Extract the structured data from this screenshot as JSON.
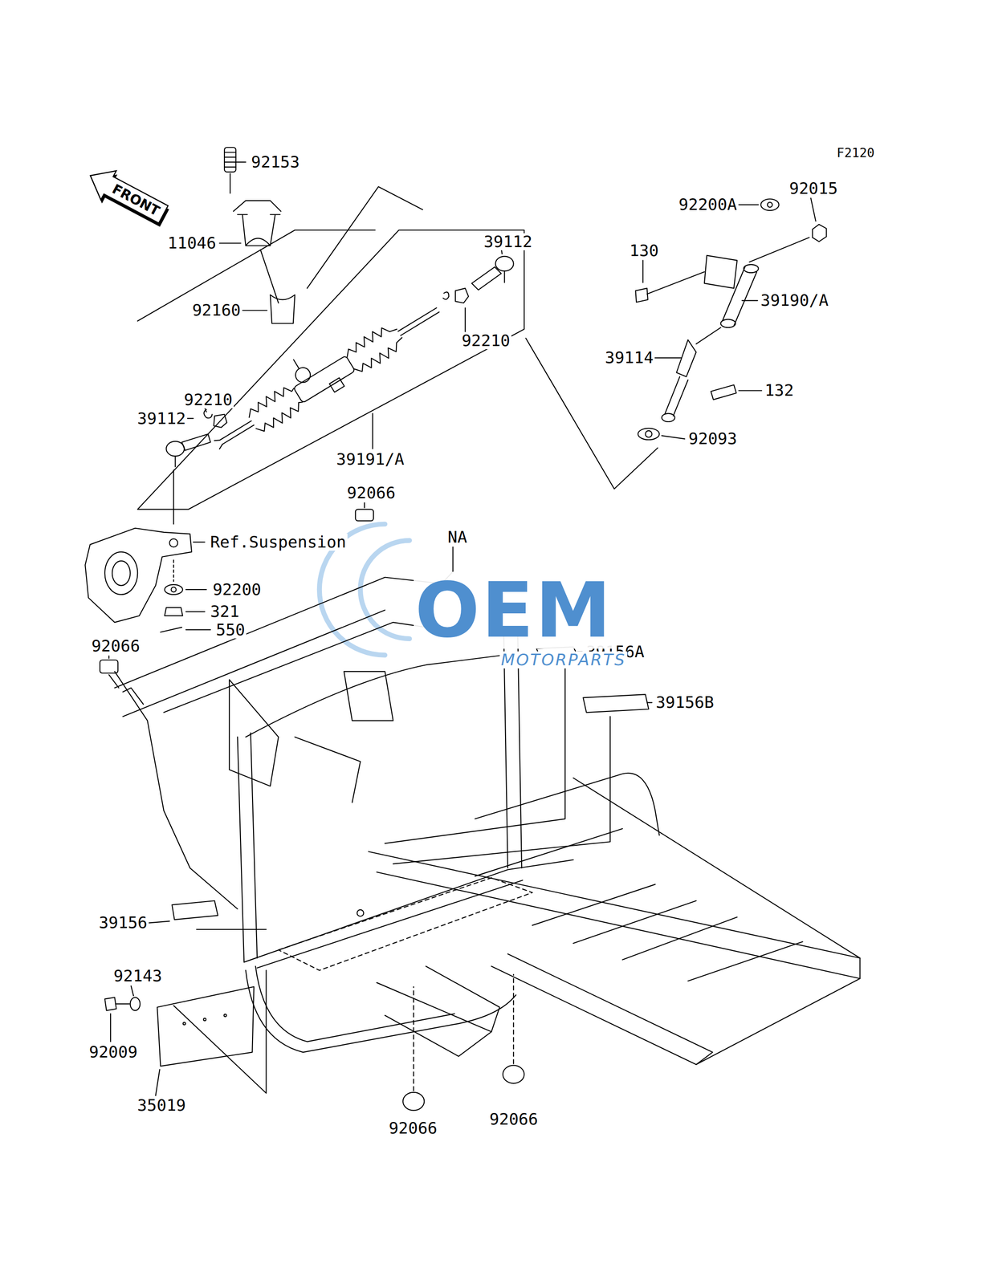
{
  "diagram": {
    "nodes": [
      {
        "text": [
          "FRONT"
        ]
      }
    ],
    "labels": [
      "F2120",
      "92153",
      "11046",
      "39112",
      "92160",
      "92210",
      "92210",
      "39112",
      "39191/A",
      "92200A",
      "92015",
      "130",
      "39190/A",
      "39114",
      "132",
      "92093",
      "92066",
      "NA",
      "Ref.Suspension",
      "92200",
      "321",
      "550",
      "92066",
      "39156A",
      "39156B",
      "39156",
      "92143",
      "92009",
      "35019",
      "92066",
      "92066",
      "OEM",
      "MOTORPARTS"
    ]
  }
}
